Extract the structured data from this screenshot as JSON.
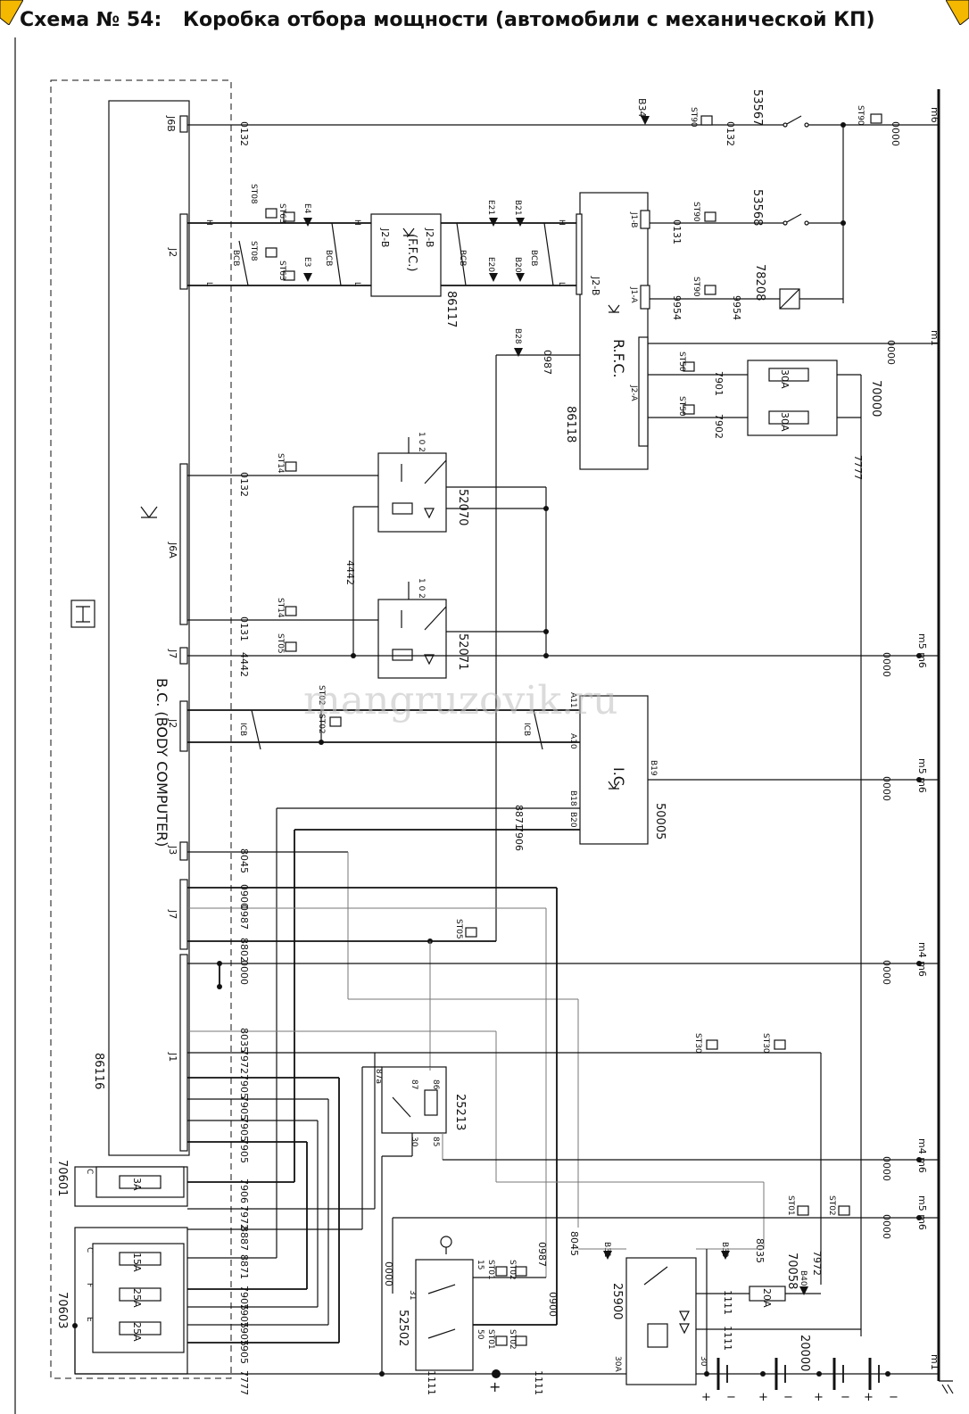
{
  "header": {
    "scheme_number": "Схема № 54:",
    "title": "Коробка отбора мощности (автомобили с механической КП)"
  },
  "watermark": "mangruzovik.ru",
  "components": {
    "body_computer": {
      "code": "86116",
      "label": "B.C. (BODY COMPUTER)"
    },
    "ffc": {
      "code": "86117",
      "label": "(F.F.C.)"
    },
    "rfc": {
      "code": "86118",
      "label": "R.F.C."
    },
    "ic": {
      "code": "50005",
      "label": "I.C."
    },
    "relay_52070": "52070",
    "relay_52071": "52071",
    "relay_25213": "25213",
    "relay_25900": "25900",
    "switch_53567": "53567",
    "switch_53568": "53568",
    "solenoid_78208": "78208",
    "fuse_box_70000": "70000",
    "fuse_box_70601": "70601",
    "fuse_box_70603": "70603",
    "fuse_box_70058": "70058",
    "ignition_52502": "52502",
    "battery_20000": "20000"
  },
  "fuses": {
    "f30a_1": "30A",
    "f30a_2": "30A",
    "f3a": "3A",
    "f15a": "15A",
    "f25a_1": "25A",
    "f25a_2": "25A",
    "f20a": "20A"
  },
  "connectors": {
    "j6b": "J6B",
    "j2": "J2",
    "j6a": "J6A",
    "j7": "J7",
    "j3": "J3",
    "j1": "J1",
    "j2b_a": "J2-B",
    "j2b_b": "J2-B",
    "j2b_r": "J2-B",
    "j1b": "J1-B",
    "j1a": "J1-A",
    "j2a": "J2-A"
  },
  "wires": {
    "w0132": "0132",
    "w0131": "0131",
    "w4442": "4442",
    "w0000": "0000",
    "w7777": "7777",
    "w0987": "0987",
    "w8871": "8871",
    "w7906": "7906",
    "w8045": "8045",
    "w0900": "0900",
    "w8802": "8802",
    "w8035": "8035",
    "w7972": "7972",
    "w7905": "7905",
    "w8887": "8887",
    "w9954": "9954",
    "w7901": "7901",
    "w7902": "7902",
    "w1111": "1111"
  },
  "grounds": {
    "m6": "m6",
    "m1": "m1",
    "m5m6": "m5 m6",
    "m4m6": "m4 m6"
  },
  "splices": {
    "st90": "ST90",
    "st08": "ST08",
    "st63": "ST63",
    "st14": "ST14",
    "st05": "ST05",
    "st02": "ST02",
    "st50": "ST50",
    "st30": "ST30",
    "st01": "ST01",
    "st15": "15",
    "st50b": "50"
  },
  "labels": {
    "bcb": "BCB",
    "icb": "ICB",
    "h": "H",
    "l": "L",
    "b34": "B34",
    "e21": "E21",
    "b21": "B21",
    "e20": "E20",
    "b20": "B20",
    "e4": "E4",
    "e3": "E3",
    "b28": "B28",
    "b31": "B31",
    "b30": "B30",
    "b40": "B40",
    "a11": "A11",
    "a10": "A10",
    "b19": "B19",
    "b18": "B18",
    "b20p": "B20",
    "c": "C",
    "f": "F",
    "e": "E",
    "p30": "30",
    "p85": "85",
    "p86": "86",
    "p87": "87",
    "p87a": "87a",
    "p30a": "30A",
    "p31": "31",
    "plus": "+",
    "minus": "−"
  },
  "colors": {
    "line": "#111111",
    "watermark": "#bdbdbd",
    "corner_badge": "#f5b800"
  }
}
